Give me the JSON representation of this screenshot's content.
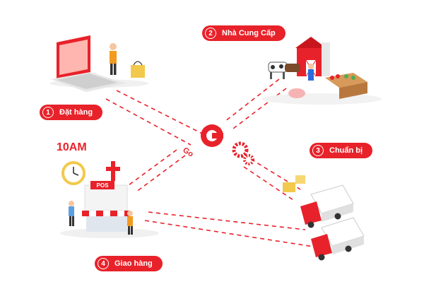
{
  "colors": {
    "accent": "#e8222a",
    "dark": "#c9161d",
    "line": "#e8222a"
  },
  "brand": {
    "logo_text": "Go"
  },
  "time_label": "10AM",
  "steps": [
    {
      "number": "1",
      "label": "Đặt hàng",
      "icon": "laptop-shopping-icon"
    },
    {
      "number": "2",
      "label": "Nhà Cung Cấp",
      "icon": "farm-supplier-icon"
    },
    {
      "number": "3",
      "label": "Chuẩn bị",
      "icon": "delivery-trucks-icon"
    },
    {
      "number": "4",
      "label": "Giao hàng",
      "icon": "pos-store-icon"
    }
  ],
  "store": {
    "sign": "POS"
  }
}
